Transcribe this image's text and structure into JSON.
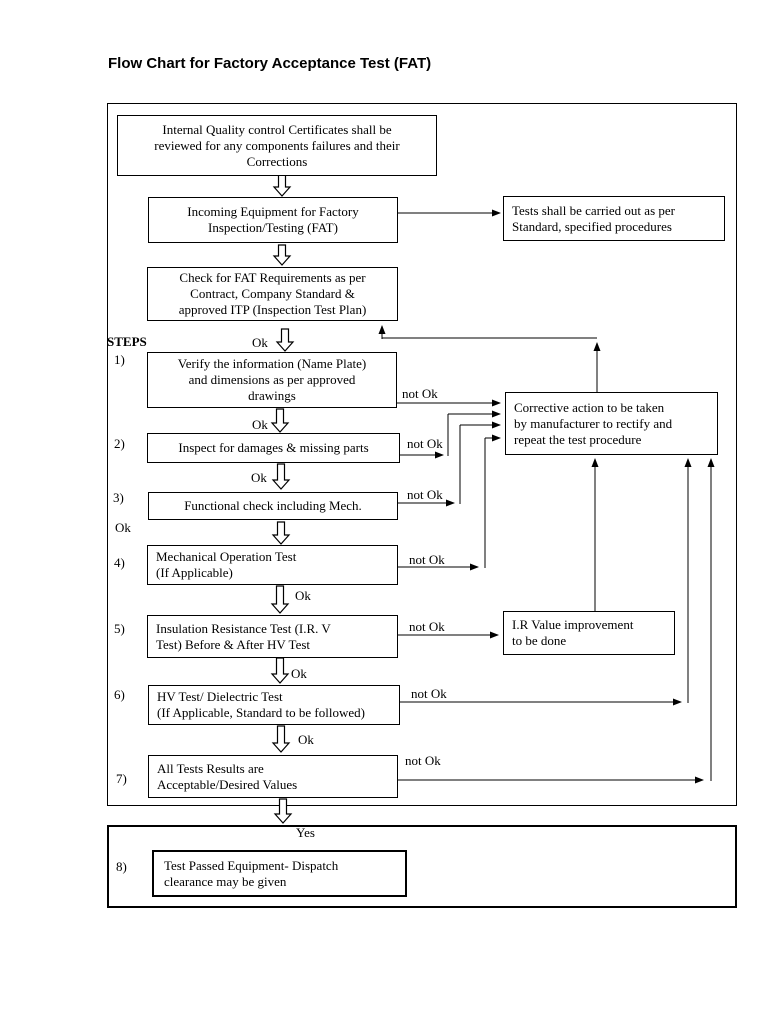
{
  "title": "Flow Chart for Factory Acceptance Test (FAT)",
  "colors": {
    "ink": "#000000",
    "background": "#ffffff"
  },
  "labels": {
    "steps": "STEPS",
    "ok": "Ok",
    "not_ok": "not Ok",
    "yes": "Yes"
  },
  "step_numbers": {
    "s1": "1)",
    "s2": "2)",
    "s3": "3)",
    "s4": "4)",
    "s5": "5)",
    "s6": "6)",
    "s7": "7)",
    "s8": "8)"
  },
  "nodes": {
    "internal_quality": "Internal Quality control Certificates shall be\nreviewed for any components failures and their\nCorrections",
    "incoming_equipment": "Incoming Equipment for Factory\nInspection/Testing (FAT)",
    "tests_standard": "Tests shall be carried out as per\nStandard, specified procedures",
    "check_fat": "Check for FAT Requirements as per\nContract, Company Standard &\napproved ITP (Inspection Test Plan)",
    "verify_info": "Verify the information (Name Plate)\nand dimensions as per approved\ndrawings",
    "inspect_damage": "Inspect for damages & missing parts",
    "functional_check": "Functional check including Mech.",
    "mechanical_test": "Mechanical Operation Test\n(If Applicable)",
    "insulation_test": "Insulation Resistance Test (I.R. V\nTest) Before & After HV Test",
    "corrective_action": "Corrective action to be taken\nby manufacturer to rectify and\nrepeat the test procedure",
    "ir_improvement": "I.R Value improvement\nto be done",
    "hv_test": "HV Test/ Dielectric Test\n(If Applicable, Standard to be followed)",
    "all_results": "All Tests Results are\nAcceptable/Desired Values",
    "dispatch": "Test Passed Equipment- Dispatch\nclearance may be given"
  }
}
